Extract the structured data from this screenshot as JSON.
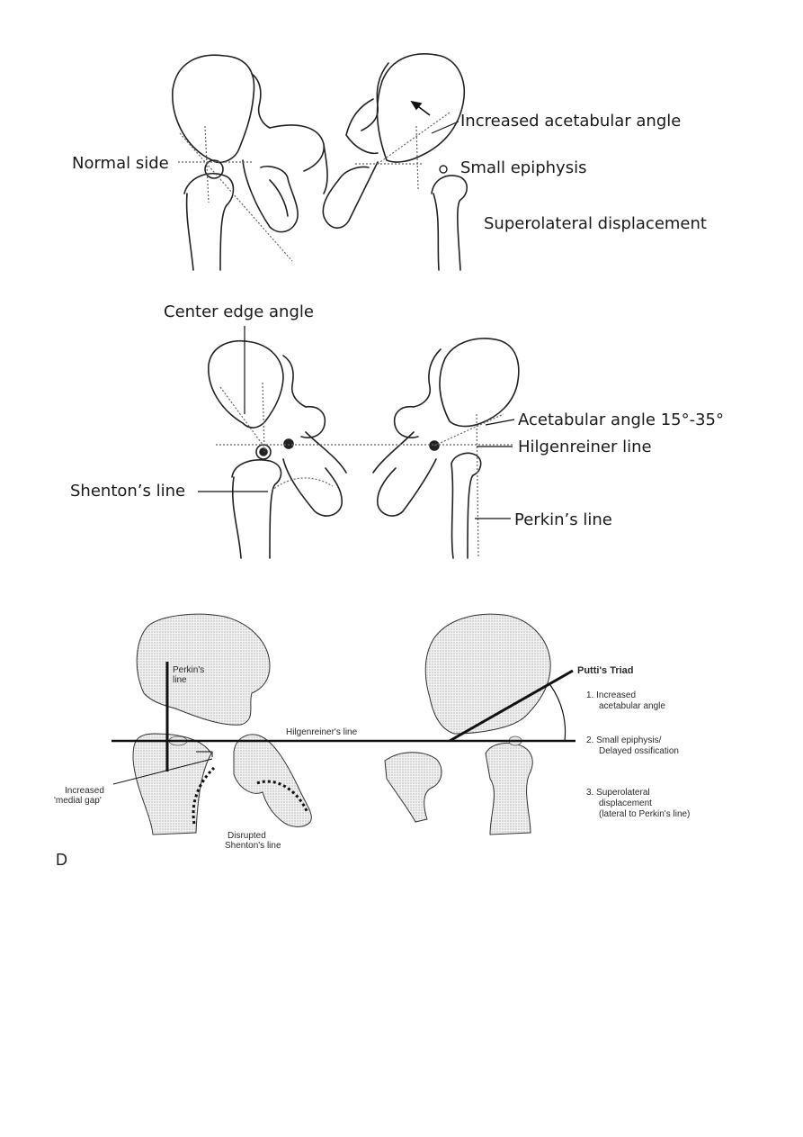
{
  "panel_a": {
    "normal_side": "Normal side",
    "increased_acetabular_angle": "Increased acetabular angle",
    "small_epiphysis": "Small epiphysis",
    "superolateral_displacement": "Superolateral displacement"
  },
  "panel_b": {
    "center_edge_angle": "Center edge angle",
    "acetabular_angle": "Acetabular angle 15°-35°",
    "hilgenreiner_line": "Hilgenreiner line",
    "shentons_line": "Shenton’s line",
    "perkins_line": "Perkin’s line"
  },
  "panel_d": {
    "letter": "D",
    "perkins_line": [
      "Perkin's",
      "line"
    ],
    "hilgenreiners_line": "Hilgenreiner's line",
    "increased_medial_gap": [
      "Increased",
      "'medial gap'"
    ],
    "disrupted_shentons_line": [
      "Disrupted",
      "Shenton's line"
    ],
    "puttis_triad": "Putti's Triad",
    "triad_items": [
      [
        "1. Increased",
        "acetabular angle"
      ],
      [
        "2. Small epiphysis/",
        "Delayed ossification"
      ],
      [
        "3. Superolateral",
        "displacement",
        "(lateral to Perkin's line)"
      ]
    ]
  }
}
